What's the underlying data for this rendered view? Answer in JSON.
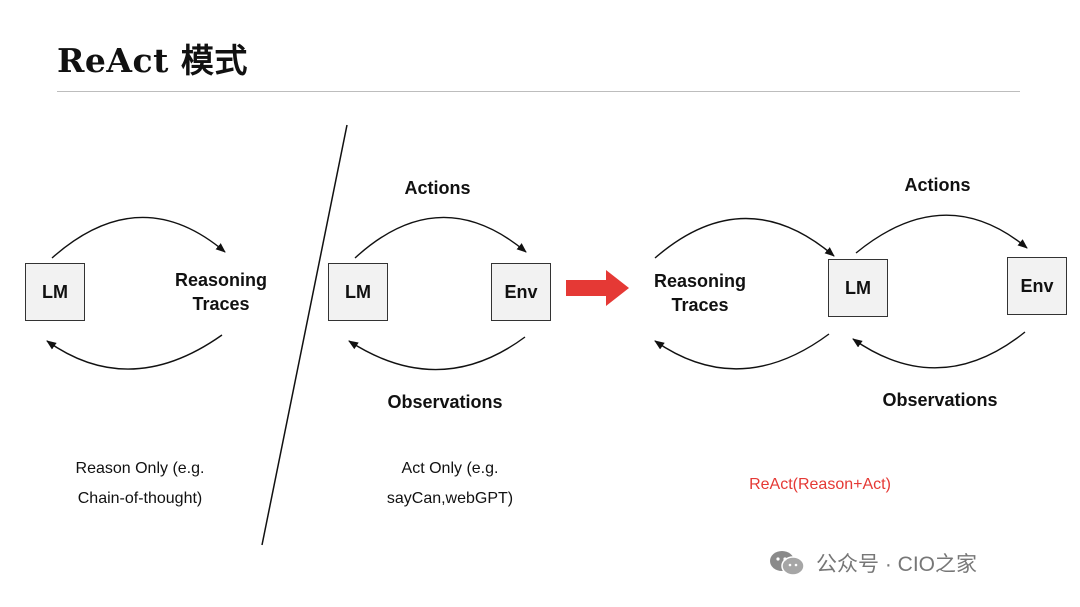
{
  "title": "ReAct 模式",
  "panels": {
    "reason": {
      "box": "LM",
      "reasoning_line1": "Reasoning",
      "reasoning_line2": "Traces",
      "caption_line1": "Reason Only (e.g.",
      "caption_line2": "Chain-of-thought)"
    },
    "act": {
      "box_lm": "LM",
      "box_env": "Env",
      "actions": "Actions",
      "observations": "Observations",
      "caption_line1": "Act Only (e.g.",
      "caption_line2": "sayCan,webGPT)"
    },
    "react": {
      "reasoning_line1": "Reasoning",
      "reasoning_line2": "Traces",
      "box_lm": "LM",
      "box_env": "Env",
      "actions": "Actions",
      "observations": "Observations",
      "caption": "ReAct(Reason+Act)"
    }
  },
  "watermark": "公众号 · CIO之家",
  "colors": {
    "transition_arrow": "#e53935",
    "caption_react": "#e53935",
    "box_fill": "#f2f2f2"
  }
}
